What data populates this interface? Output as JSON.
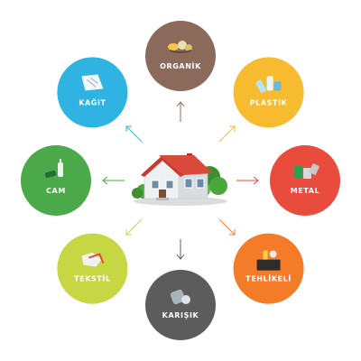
{
  "center": {
    "label": "house"
  },
  "categories": [
    {
      "id": "organik",
      "label": "ORGANİK",
      "color": "#8c6a5b",
      "icon": "food-waste-icon"
    },
    {
      "id": "plastik",
      "label": "PLASTİK",
      "color": "#f7bb2f",
      "icon": "plastic-bottles-icon"
    },
    {
      "id": "metal",
      "label": "METAL",
      "color": "#e94b3c",
      "icon": "metal-cans-icon"
    },
    {
      "id": "tehlikeli",
      "label": "TEHLİKELİ",
      "color": "#f47b28",
      "icon": "hazardous-waste-icon"
    },
    {
      "id": "karisik",
      "label": "KARIŞIK",
      "color": "#5c5c5c",
      "icon": "mixed-waste-icon"
    },
    {
      "id": "tekstil",
      "label": "TEKSTİL",
      "color": "#c7d643",
      "icon": "textile-icon"
    },
    {
      "id": "cam",
      "label": "CAM",
      "color": "#4ca94a",
      "icon": "glass-bottles-icon"
    },
    {
      "id": "kagit",
      "label": "KAĞIT",
      "color": "#2fb3e3",
      "icon": "paper-icon"
    }
  ]
}
